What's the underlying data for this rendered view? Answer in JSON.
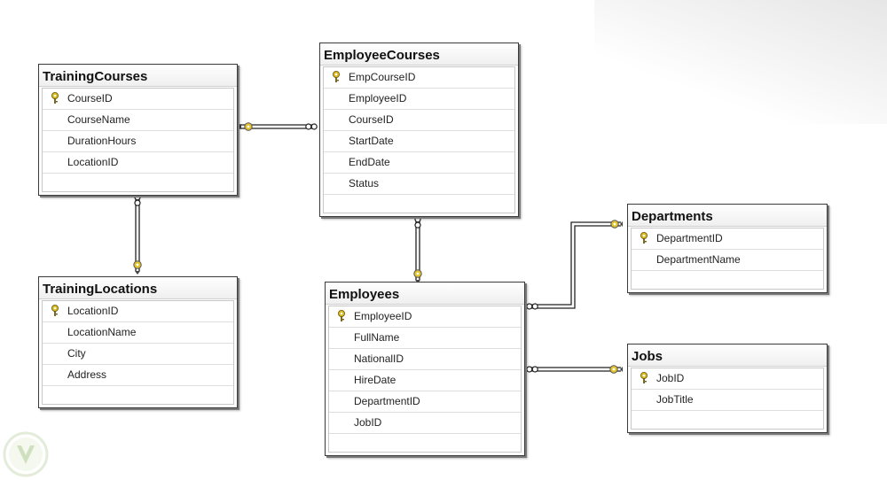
{
  "tables": {
    "training_courses": {
      "title": "TrainingCourses",
      "fields": [
        "CourseID",
        "CourseName",
        "DurationHours",
        "LocationID"
      ]
    },
    "training_locations": {
      "title": "TrainingLocations",
      "fields": [
        "LocationID",
        "LocationName",
        "City",
        "Address"
      ]
    },
    "employee_courses": {
      "title": "EmployeeCourses",
      "fields": [
        "EmpCourseID",
        "EmployeeID",
        "CourseID",
        "StartDate",
        "EndDate",
        "Status"
      ]
    },
    "employees": {
      "title": "Employees",
      "fields": [
        "EmployeeID",
        "FullName",
        "NationalID",
        "HireDate",
        "DepartmentID",
        "JobID"
      ]
    },
    "departments": {
      "title": "Departments",
      "fields": [
        "DepartmentID",
        "DepartmentName"
      ]
    },
    "jobs": {
      "title": "Jobs",
      "fields": [
        "JobID",
        "JobTitle"
      ]
    }
  },
  "icons": {
    "primary_key": "key-icon",
    "relationship_one": "key-icon",
    "relationship_many": "infinity-icon",
    "logo": "v-logo-icon"
  },
  "colors": {
    "key": "#d8b81c",
    "line": "#222222",
    "border": "#3a3a3a"
  }
}
